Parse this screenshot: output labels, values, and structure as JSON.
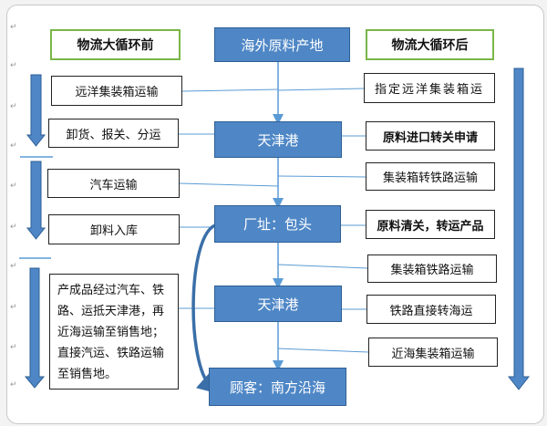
{
  "before": {
    "title": "物流大循环前",
    "steps": [
      "远洋集装箱运输",
      "卸货、报关、分运",
      "汽车运输",
      "卸料入库",
      "产成品经过汽车、铁路、运抵天津港，再近海运输至销售地；直接汽运、铁路运输至销售地。"
    ]
  },
  "flow": {
    "nodes": [
      "海外原料产地",
      "天津港",
      "厂址：包头",
      "天津港",
      "顾客：南方沿海"
    ]
  },
  "after": {
    "title": "物流大循环后",
    "steps": [
      "指定远洋集装箱运",
      "原料进口转关申请",
      "集装箱转铁路运输",
      "原料清关，转运产品",
      "集装箱铁路运输",
      "铁路直接转海运",
      "近海集装箱运输"
    ]
  },
  "colors": {
    "node_fill": "#4f87c6",
    "node_border": "#2e5f95",
    "header_border": "#7ab648",
    "connector": "#5b9bd5",
    "arrow": "#4f87c6"
  },
  "paragraph_mark": "↵"
}
